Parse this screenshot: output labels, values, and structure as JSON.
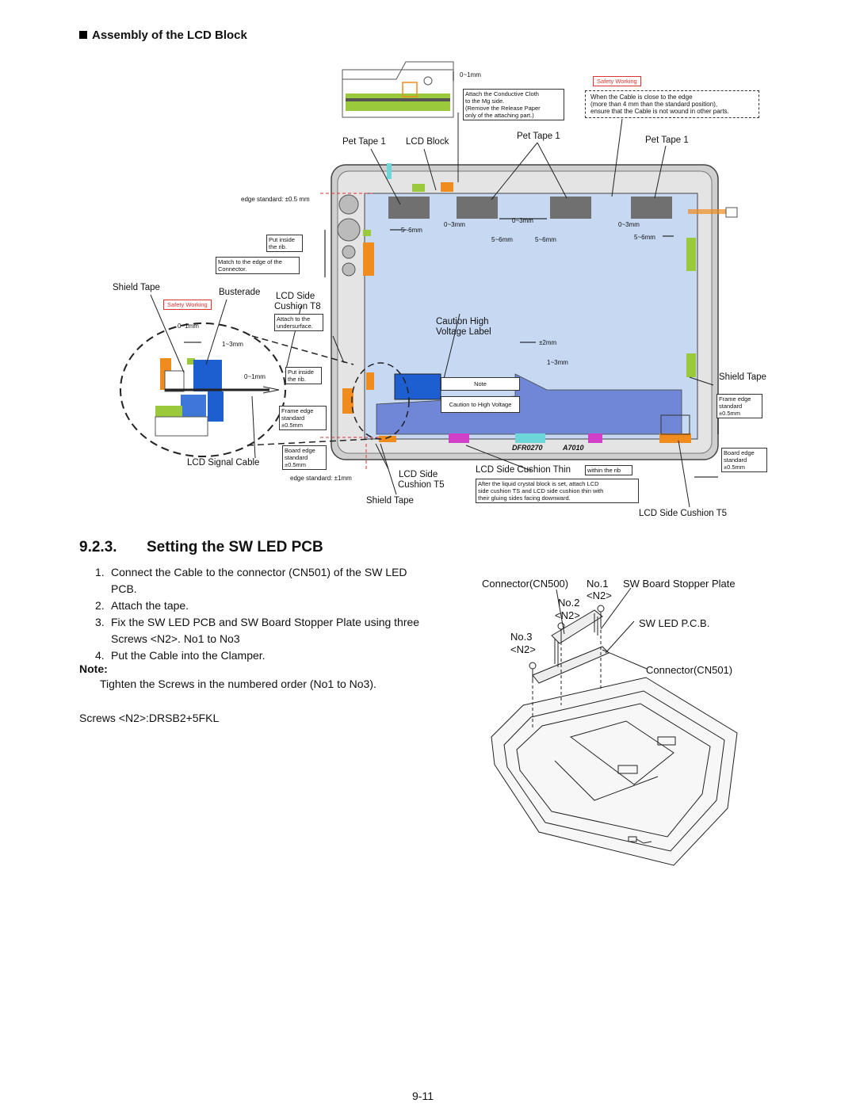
{
  "section": {
    "heading": "Assembly of the LCD Block"
  },
  "lcd_diagram": {
    "dims": {
      "d_0_1mm_top": "0~1mm",
      "d_0_3mm_a": "0~3mm",
      "d_0_3mm_b": "0~3mm",
      "d_0_3mm_c": "0~3mm",
      "d_5_6mm_a": "5~6mm",
      "d_5_6mm_b": "5~6mm",
      "d_5_6mm_c": "5~6mm",
      "d_5_6mm_d": "5~6mm",
      "d_pm2": "±2mm",
      "d_1_3mm": "1~3mm",
      "d_0_1mm_detail": "0~1mm",
      "d_1_3mm_detail": "1~3mm",
      "d_0_1mm_detail2": "0~1mm",
      "edge_std_05": "edge standard: ±0.5 mm",
      "edge_std_1": "edge standard: ±1mm"
    },
    "boxes": {
      "conductive_cloth": [
        "Attach the Conductive Cloth",
        "to the Mg side.",
        "(Remove the Release Paper",
        " only of the attaching part.)"
      ],
      "cable_edge": [
        "When the Cable is close to the edge",
        "(more than 4 mm than the standard position),",
        "ensure that the Cable is not wound in other parts."
      ],
      "put_inside_1": [
        "Put inside",
        "the rib."
      ],
      "match_edge": [
        "Match to the edge of the",
        "Connector."
      ],
      "attach_under": [
        "Attach to the",
        "undersurface."
      ],
      "put_inside_2": [
        "Put inside",
        "the rib."
      ],
      "frame_edge_left": [
        "Frame edge",
        "standard",
        "±0.5mm"
      ],
      "board_edge_left": [
        "Board edge",
        "standard",
        "±0.5mm"
      ],
      "note_box": "Note",
      "caution_box": "Caution to High Voltage",
      "within_rib": "within the rib",
      "frame_edge_right": [
        "Frame edge",
        "standard",
        "±0.5mm"
      ],
      "board_edge_right": [
        "Board edge",
        "standard",
        "±0.5mm"
      ],
      "after_liquid": [
        "After  the liquid crystal block is set, attach LCD",
        "side cushion TS and  LCD side cushion thin with",
        "their gluing sides facing downward."
      ]
    },
    "safety": "Safety Working",
    "labels": {
      "pet_tape_1a": "Pet Tape 1",
      "lcd_block": "LCD Block",
      "pet_tape_1b": "Pet Tape 1",
      "pet_tape_1c": "Pet Tape 1",
      "shield_tape_left": "Shield Tape",
      "busterade": "Busterade",
      "lcd_side_t8a": "LCD Side",
      "lcd_side_t8b": "Cushion T8",
      "caution_high_a": "Caution High",
      "caution_high_b": "Voltage Label",
      "shield_tape_right": "Shield Tape",
      "lcd_signal_cable": "LCD Signal Cable",
      "lcd_side_t5a": "LCD Side",
      "lcd_side_t5b": "Cushion T5",
      "lcd_side_thin": "LCD Side Cushion Thin",
      "shield_tape_bottom": "Shield Tape",
      "lcd_side_t5_right": "LCD Side Cushion T5",
      "panel_code_a": "DFR0270",
      "panel_code_b": "A7010"
    }
  },
  "subsection": {
    "number": "9.2.3.",
    "title": "Setting the SW LED PCB"
  },
  "steps": [
    {
      "num": "1.",
      "text": "Connect the Cable to the connector (CN501) of the SW LED PCB."
    },
    {
      "num": "2.",
      "text": "Attach the tape."
    },
    {
      "num": "3.",
      "text": "Fix the SW LED PCB and SW Board Stopper Plate using three Screws <N2>. No1 to No3"
    },
    {
      "num": "4.",
      "text": "Put the Cable into the Clamper."
    }
  ],
  "note": {
    "heading": "Note:",
    "text": "Tighten the Screws in the numbered order (No1 to No3)."
  },
  "screws_line": "Screws <N2>:DRSB2+5FKL",
  "sw_diagram": {
    "connector_cn500": "Connector(CN500)",
    "no1": "No.1",
    "stopper_plate": "SW Board Stopper Plate",
    "no2": "No.2",
    "n2_a": "<N2>",
    "n2_b": "<N2>",
    "sw_led_pcb": "SW LED P.C.B.",
    "no3": "No.3",
    "n2_c": "<N2>",
    "connector_cn501": "Connector(CN501)"
  },
  "page_number": "9-11",
  "colors": {
    "screen_blue": "#c6d8f2",
    "panel_blue": "#6f87d6",
    "frame_gray": "#c9c9c9",
    "tape_gray": "#707070",
    "orange": "#f08c1e",
    "green": "#9bc93c",
    "magenta": "#d23fc8",
    "cyan": "#6cd6d9",
    "safety_red": "#d33333"
  }
}
